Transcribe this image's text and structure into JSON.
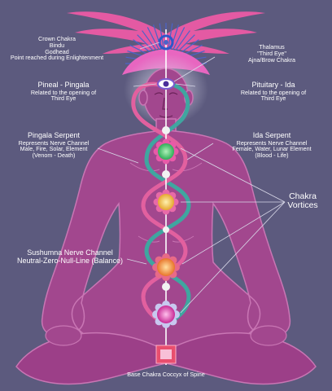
{
  "labels": {
    "crown": {
      "title": "Crown Chakra",
      "line2": "Bindu",
      "line3": "Godhead",
      "line4": "Point reached during Enlightenment"
    },
    "thalamus": {
      "title": "Thalamus",
      "line2": "\"Third Eye\"",
      "line3": "Ajna/Brow Chakra"
    },
    "pineal": {
      "title": "Pineal - Pingala",
      "line2": "Related to the opening of",
      "line3": "Third Eye"
    },
    "pituitary": {
      "title": "Pituitary - Ida",
      "line2": "Related to the opening of",
      "line3": "Third Eye"
    },
    "pingala": {
      "title": "Pingala Serpent",
      "line2": "Represents Nerve Channel",
      "line3": "Male, Fire, Solar, Element",
      "line4": "(Venom - Death)"
    },
    "ida": {
      "title": "Ida Serpent",
      "line2": "Represents Nerve Channel",
      "line3": "Female, Water, Lunar Element",
      "line4": "(Blood - Life)"
    },
    "vortices": {
      "line1": "Chakra",
      "line2": "Vortices"
    },
    "sushumna": {
      "line1": "Sushumna Nerve Channel",
      "line2": "Neutral-Zero-Null-Line (Balance)"
    },
    "base": {
      "title": "Base Chakra Coccyx of Spine"
    }
  },
  "colors": {
    "background": "#5c5a7e",
    "body": "#a2478e",
    "body_outline": "#c976b4",
    "pingala_serpent": "#e2609f",
    "ida_serpent": "#3fa6a0",
    "wings": "#e45aa3",
    "crown_rays": "#4b63c9",
    "spine_line": "#ffffff"
  },
  "chakras": [
    {
      "name": "crown",
      "color": "#2f57c9",
      "shape": "ring"
    },
    {
      "name": "third-eye",
      "color": "#7b5bd0",
      "shape": "eye"
    },
    {
      "name": "throat",
      "color": "#f2f2f2",
      "shape": "dot"
    },
    {
      "name": "heart",
      "color": "#4fd07a",
      "shape": "lotus"
    },
    {
      "name": "solar-plexus",
      "color": "#f2c44a",
      "shape": "lotus"
    },
    {
      "name": "sacral",
      "color": "#f29a3a",
      "shape": "lotus"
    },
    {
      "name": "root-lower",
      "color": "#e84eb8",
      "shape": "lotus"
    },
    {
      "name": "base",
      "color": "#e84e6e",
      "shape": "square"
    }
  ]
}
